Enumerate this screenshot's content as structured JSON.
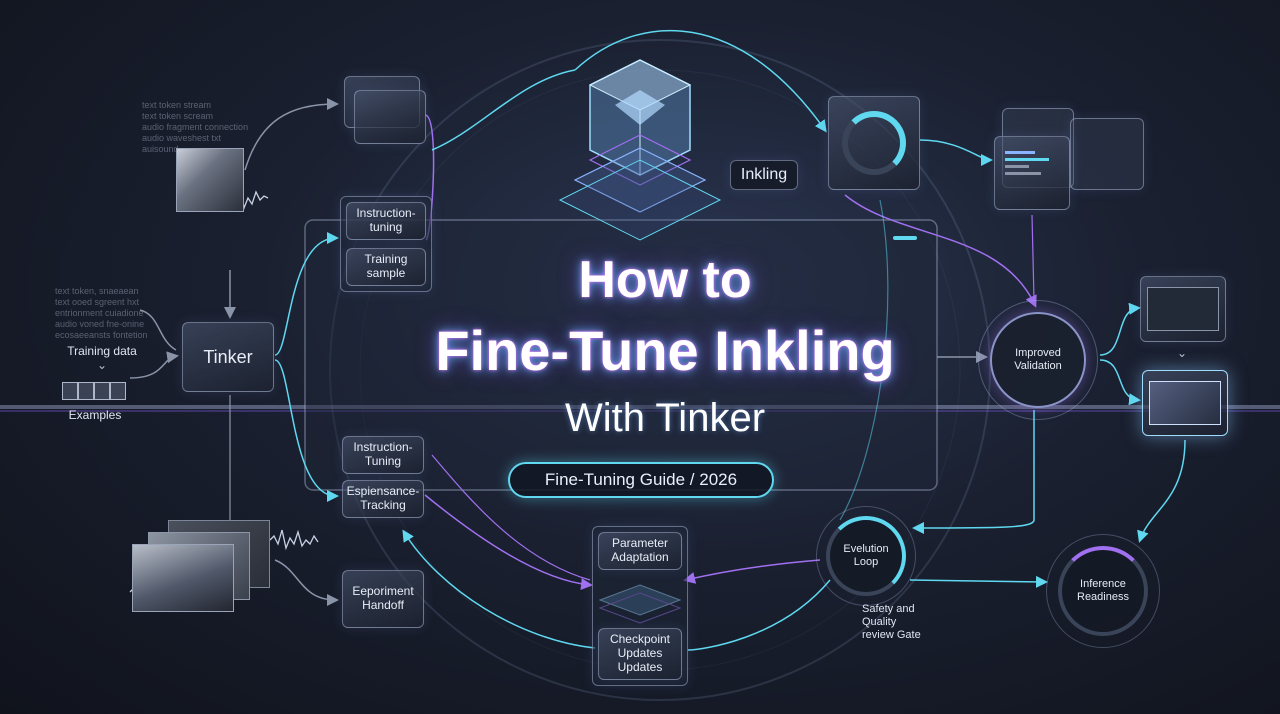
{
  "title": {
    "line1": "How to",
    "line2": "Fine-Tune Inkling",
    "line3": "With Tinker",
    "badge": "Fine-Tuning Guide / 2026"
  },
  "model_label": "Inkling",
  "left": {
    "tinker": "Tinker",
    "training_data": "Training data",
    "examples": "Examples",
    "stream_top": [
      "text token stream",
      "text token scream",
      "audio fragment connection",
      "audio waveshest txt",
      "auisound ..."
    ],
    "stream_mid": [
      "text token, snaeaean",
      "text ooed sgreent hxt",
      "entrionment cuiadione",
      "audio voned fne-onine",
      "ecosaeeansts fontetion"
    ]
  },
  "nodes": {
    "instruction_tuning_top": "Instruction-\ntuning",
    "training_sample": "Training\nsample",
    "instruction_tuning_mid": "Instruction-\nTuning",
    "experience_tracking": "Espiensance-\nTracking",
    "experiment_handoff": "Eeporiment\nHandoff",
    "parameter_adaptation": "Parameter\nAdaptation",
    "checkpoint_updates": "Checkpoint\nUpdates\nUpdates",
    "evaluation_loop": "Evelution\nLoop",
    "safety_gate": "Safety and\nQuality\nreview Gate",
    "inference_readiness": "Inference\nReadiness",
    "improved_validation": "Improved\nValidation"
  },
  "colors": {
    "cyan": "#5fd8f0",
    "violet": "#a070f0",
    "gray": "#8a94a8"
  }
}
